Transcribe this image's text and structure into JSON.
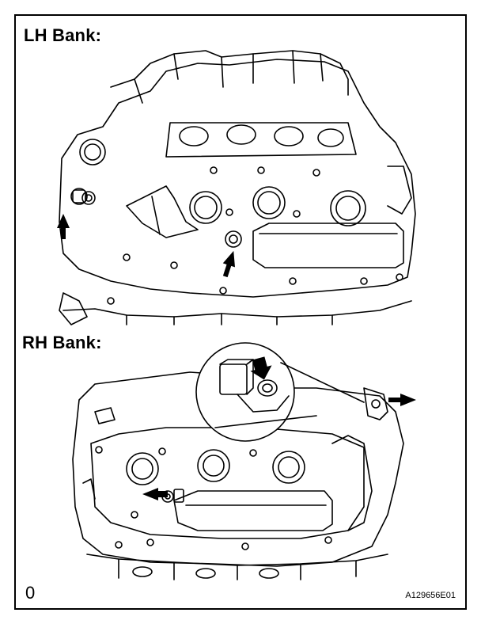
{
  "labels": {
    "lh_bank": "LH Bank:",
    "rh_bank": "RH Bank:",
    "corner_mark": "0",
    "figure_id": "A129656E01"
  },
  "colors": {
    "line": "#000000",
    "background": "#ffffff"
  },
  "icons": {
    "arrow": "pointer-arrow-icon"
  }
}
